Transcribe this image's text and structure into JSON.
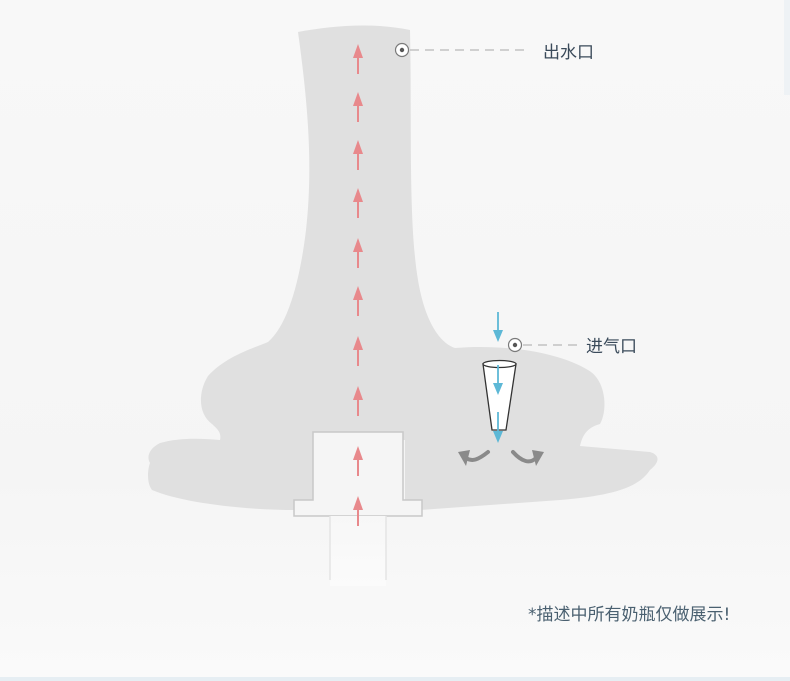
{
  "labels": {
    "outlet": "出水口",
    "inlet": "进气口"
  },
  "note": "*描述中所有奶瓶仅做展示!",
  "colors": {
    "nipple": "#e0e0e0",
    "outline": "#cfcfcf",
    "flow_arrow": "#e8898c",
    "air_arrow": "#5db8d6",
    "swirl_arrow": "#8a8a8a",
    "leader": "#b8b8b8"
  }
}
